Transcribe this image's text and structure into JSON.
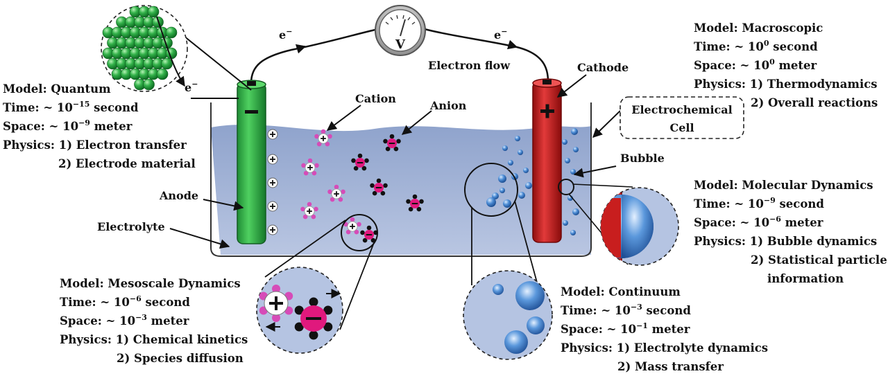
{
  "labels": {
    "electron_left": "e",
    "electron_right": "e",
    "electron_sup": "−",
    "electron_flow": "Electron flow",
    "voltmeter": "V",
    "cathode": "Cathode",
    "anode": "Anode",
    "cation": "Cation",
    "anion": "Anion",
    "bubble": "Bubble",
    "electrolyte": "Electrolyte",
    "cell_line1": "Electrochemical",
    "cell_line2": "Cell",
    "quantum_e": "e",
    "quantum_e_sup": "−"
  },
  "colors": {
    "anode": "#2db34a",
    "cathode": "#c81e1e",
    "electrolyte": "#a7b6d6",
    "cation": "#d64bb8",
    "anion": "#e0197d",
    "bubble": "#3f7fc8"
  },
  "models": {
    "quantum": {
      "model": "Model: Quantum",
      "time_pre": "Time: ~ 10",
      "time_exp": "−15",
      "time_post": " second",
      "space_pre": "Space:  ~ 10",
      "space_exp": "−9",
      "space_post": " meter",
      "physics1": "Physics: 1) Electron transfer",
      "physics2": "2) Electrode material"
    },
    "macroscopic": {
      "model": "Model: Macroscopic",
      "time_pre": "Time: ~ 10",
      "time_exp": "0",
      "time_post": " second",
      "space_pre": "Space:  ~ 10",
      "space_exp": "0",
      "space_post": " meter",
      "physics1": "Physics: 1) Thermodynamics",
      "physics2": "2) Overall reactions"
    },
    "molecular": {
      "model": "Model: Molecular Dynamics",
      "time_pre": "Time: ~ 10",
      "time_exp": "−9",
      "time_post": " second",
      "space_pre": "Space:  ~ 10",
      "space_exp": "−6",
      "space_post": " meter",
      "physics1": "Physics: 1) Bubble dynamics",
      "physics2": "2) Statistical particle",
      "physics3": "information"
    },
    "mesoscale": {
      "model": "Model: Mesoscale Dynamics",
      "time_pre": "Time: ~ 10",
      "time_exp": "−6",
      "time_post": " second",
      "space_pre": "Space:  ~ 10",
      "space_exp": "−3",
      "space_post": " meter",
      "physics1": "Physics: 1) Chemical kinetics",
      "physics2": "2) Species diffusion"
    },
    "continuum": {
      "model": "Model: Continuum",
      "time_pre": "Time: ~ 10",
      "time_exp": "−3",
      "time_post": " second",
      "space_pre": "Space:  ~ 10",
      "space_exp": "−1",
      "space_post": " meter",
      "physics1": "Physics: 1) Electrolyte dynamics",
      "physics2": "2) Mass transfer"
    }
  }
}
